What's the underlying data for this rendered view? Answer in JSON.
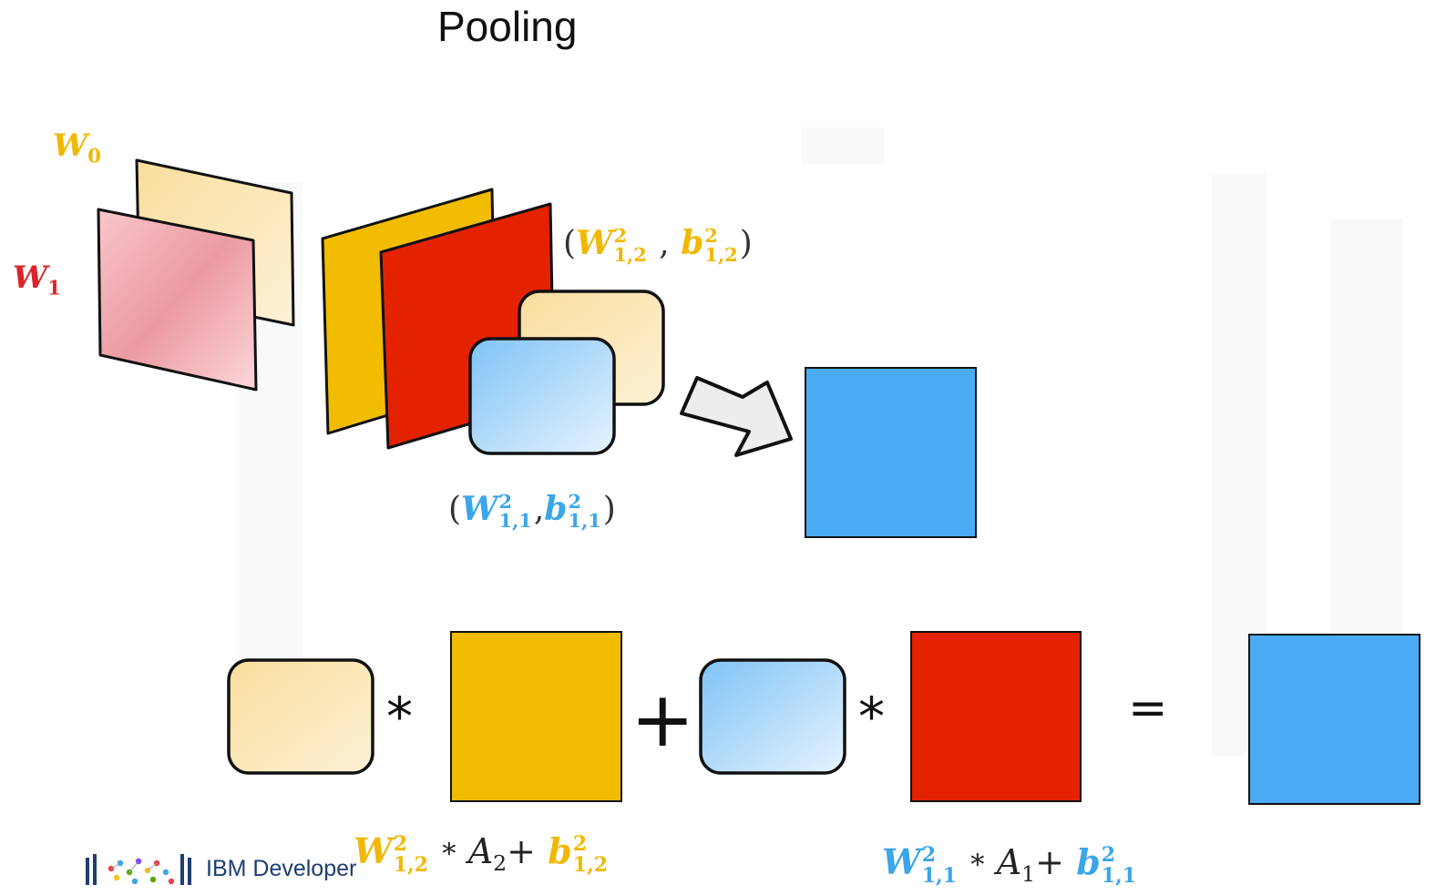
{
  "title": "Pooling",
  "labels": {
    "w0": {
      "letter": "W",
      "sub": "0"
    },
    "w1": {
      "letter": "W",
      "sub": "1"
    },
    "yellow_pair": {
      "open": "(",
      "w": "W",
      "sup": "2",
      "sub": "1,2",
      "sep": " ,",
      "b": "b",
      "close": ")"
    },
    "blue_pair": {
      "open": "(",
      "w": "W",
      "sup": "2",
      "sub": "1,1",
      "sep": ",",
      "b": "b",
      "close": ")"
    }
  },
  "equation": {
    "times1": "*",
    "plus": "+",
    "times2": "*",
    "equals": "="
  },
  "formulas": {
    "left": {
      "w": "W",
      "sup": "2",
      "sub": "1,2",
      "times": "*",
      "a": "A",
      "a_sub": "2",
      "plus": "+",
      "b": "b"
    },
    "right": {
      "w": "W",
      "sup": "2",
      "sub": "1,1",
      "times": "*",
      "a": "A",
      "a_sub": "1",
      "plus": "+",
      "b": "b"
    }
  },
  "footer": {
    "brand": "IBM Developer"
  },
  "colors": {
    "yellow": "#f2bc00",
    "red": "#e52200",
    "blue": "#4aabf2",
    "light_yellow": "#fae3a8",
    "pink": "#f2aab0",
    "light_blue": "#a8d6fb",
    "label_yellow": "#f0b800",
    "label_red": "#d9252a",
    "label_blue": "#3aa6e8"
  }
}
